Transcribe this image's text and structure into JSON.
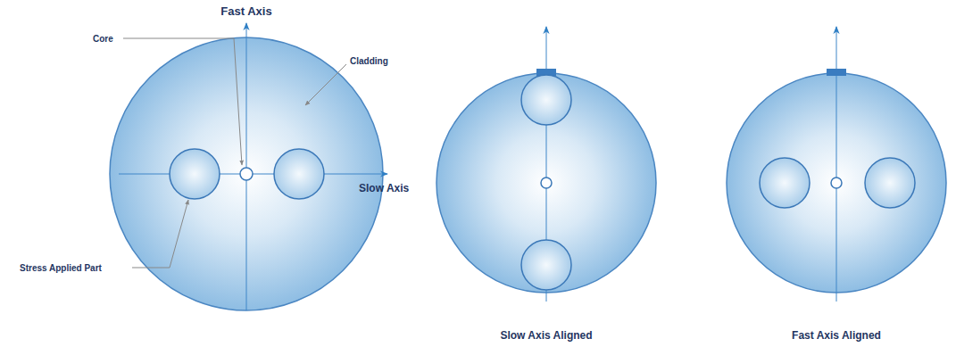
{
  "diagram": {
    "labels": [
      "Fast Axis",
      "Core",
      "Cladding",
      "Slow Axis",
      "Stress Applied Part",
      "Slow Axis Aligned",
      "Fast Axis Aligned"
    ]
  }
}
